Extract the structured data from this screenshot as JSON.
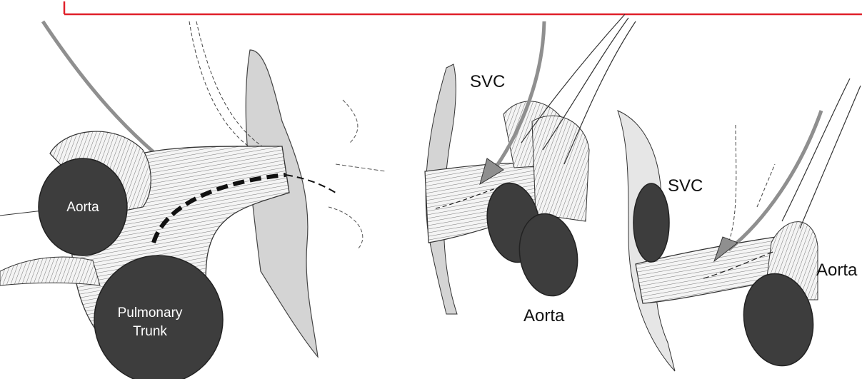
{
  "colors": {
    "frame": "#e0202a",
    "vessel_dark": "#3d3d3d",
    "septum": "#d4d4d4",
    "arrow": "#8f8f8f",
    "line": "#222222"
  },
  "panels": [
    {
      "labels": {
        "aorta": "Aorta",
        "pulmonary_trunk_line1": "Pulmonary",
        "pulmonary_trunk_line2": "Trunk"
      }
    },
    {
      "labels": {
        "svc": "SVC",
        "aorta": "Aorta"
      }
    },
    {
      "labels": {
        "svc": "SVC",
        "aorta": "Aorta"
      }
    }
  ]
}
